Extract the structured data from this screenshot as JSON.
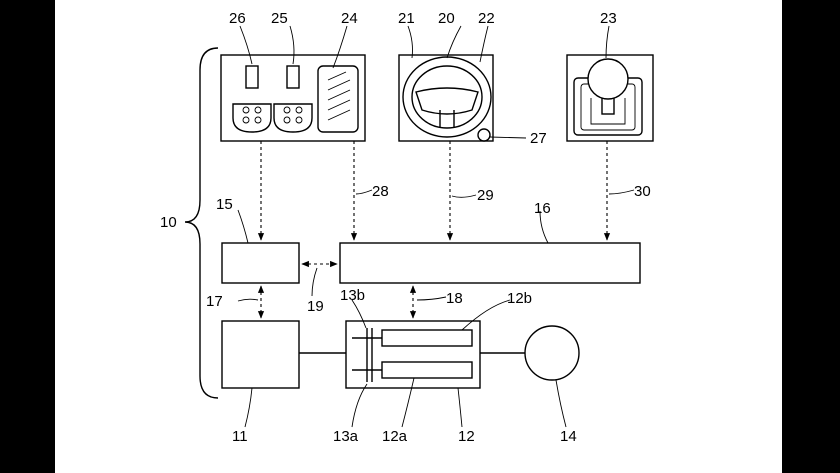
{
  "labels": {
    "n10": "10",
    "n11": "11",
    "n12": "12",
    "n12a": "12a",
    "n12b": "12b",
    "n13a": "13a",
    "n13b": "13b",
    "n14": "14",
    "n15": "15",
    "n16": "16",
    "n17": "17",
    "n18": "18",
    "n19": "19",
    "n20": "20",
    "n21": "21",
    "n22": "22",
    "n23": "23",
    "n24": "24",
    "n25": "25",
    "n26": "26",
    "n27": "27",
    "n28": "28",
    "n29": "29",
    "n30": "30"
  }
}
